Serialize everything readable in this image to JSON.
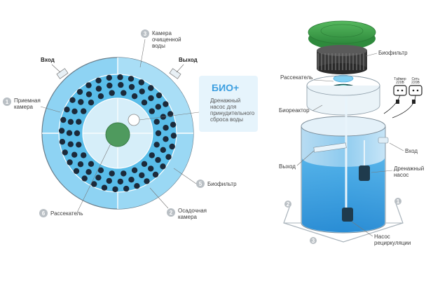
{
  "left": {
    "inlet": "Вход",
    "outlet": "Выход",
    "callouts": [
      {
        "n": "1",
        "label": "Приемная\nкамера"
      },
      {
        "n": "2",
        "label": "Осадочная\nкамера"
      },
      {
        "n": "3",
        "label": "Камера\nочищенной\nводы"
      },
      {
        "n": "5",
        "label": "Биофильтр"
      },
      {
        "n": "6",
        "label": "Рассекатель"
      }
    ],
    "bio_box": {
      "title": "БИО+",
      "text": "Дренажный\nнасос для\nпринудительного\nсброса воды"
    }
  },
  "right": {
    "labels": {
      "biofilter": "Биофильтр",
      "splitter": "Рассекатель",
      "bioreactor": "Биореактор",
      "inlet": "Вход",
      "outlet": "Выход",
      "drain_pump": "Дренажный\nнасос",
      "recirc_pump": "Насос\nрециркуляции"
    },
    "socket1": "Таймер\n220В",
    "socket2": "Сеть\n220В",
    "callouts": [
      "1",
      "2",
      "3"
    ]
  },
  "colors": {
    "outer_ring": "#6cc6ef",
    "ring_fill": "#4fb6e6",
    "inner_ring": "#cfeaf8",
    "biofilter_ring": "#4fb6e6",
    "center": "#4f9a5e",
    "hole": "#1b2a3a",
    "lid": "#3fa34c",
    "water": "#5bb8ea",
    "callout_circle": "#b9bfc4",
    "bio_box_bg": "#e6f4fc"
  }
}
